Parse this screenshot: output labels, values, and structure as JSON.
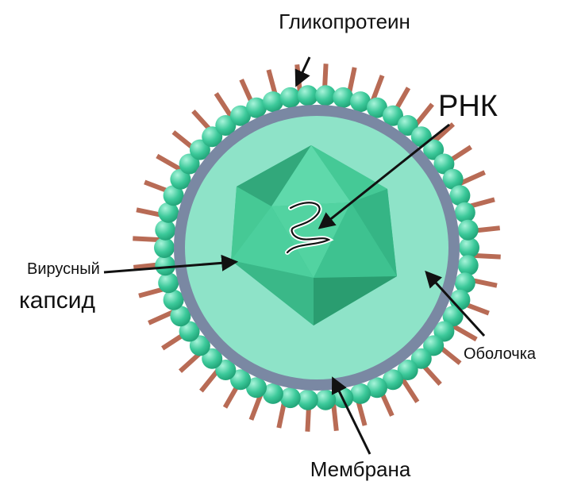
{
  "labels": {
    "glycoprotein": "Гликопротеин",
    "rna": "РНК",
    "capsid_line1": "Вирусный",
    "capsid_line2": "капсид",
    "envelope": "Оболочка",
    "membrane": "Мембрана"
  },
  "colors": {
    "membrane_ring": "#7a88a3",
    "interior": "#8ee3c8",
    "bead": "#3cc99a",
    "bead_highlight": "#9af0d2",
    "spike": "#b86b55",
    "capsid_light": "#4fd2a0",
    "capsid_mid": "#3bbf8c",
    "capsid_dark": "#2a9d70",
    "arrow": "#111111",
    "text": "#111111"
  }
}
